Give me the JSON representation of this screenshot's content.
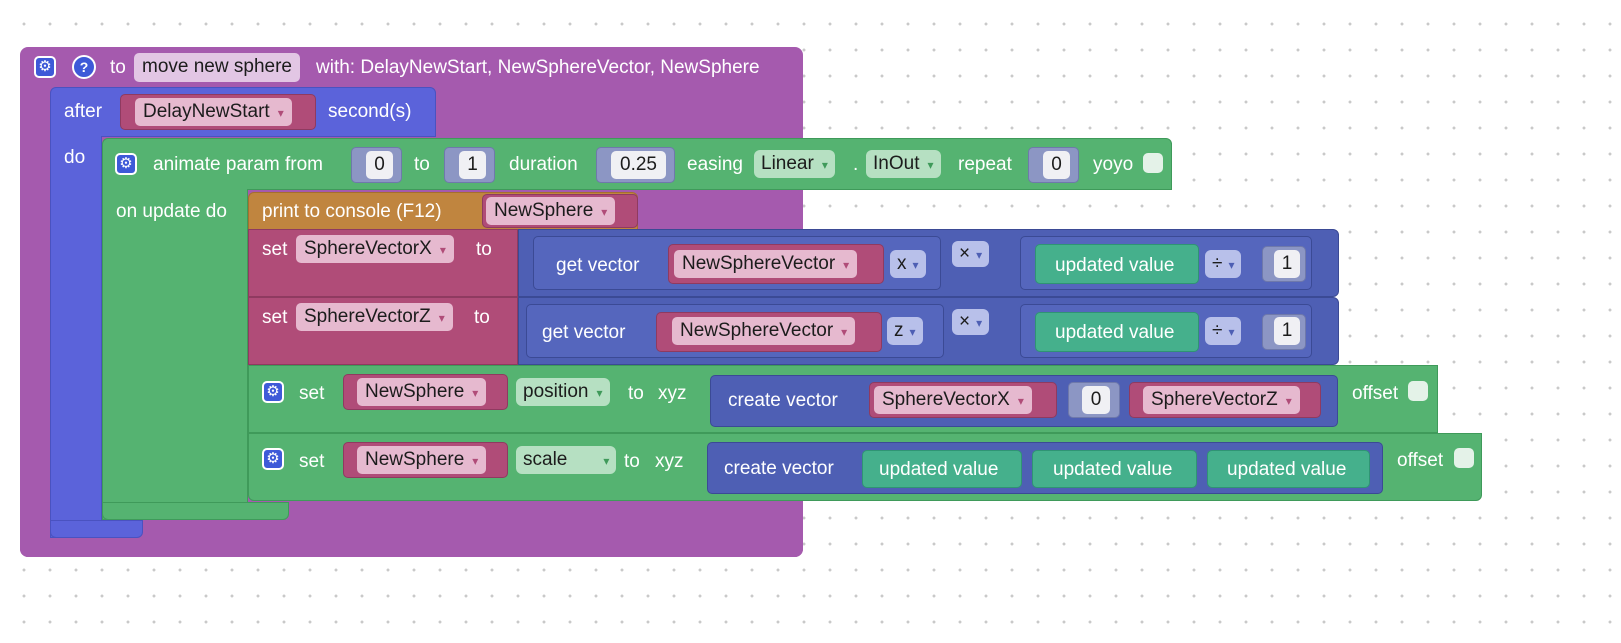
{
  "procedure": {
    "to_label": "to",
    "name": "move new sphere",
    "with_label": "with: DelayNewStart, NewSphereVector, NewSphere"
  },
  "after_block": {
    "after_label": "after",
    "delay_var": "DelayNewStart",
    "seconds_label": "second(s)",
    "do_label": "do"
  },
  "animate": {
    "label": "animate param from",
    "from_value": "0",
    "to_label": "to",
    "to_value": "1",
    "duration_label": "duration",
    "duration_value": "0.25",
    "easing_label": "easing",
    "easing_value": "Linear",
    "dot": ".",
    "easing_mode": "InOut",
    "repeat_label": "repeat",
    "repeat_value": "0",
    "yoyo_label": "yoyo",
    "on_update_label": "on update do"
  },
  "print": {
    "label": "print to console (F12)",
    "var": "NewSphere"
  },
  "set_x": {
    "set_label": "set",
    "var": "SphereVectorX",
    "to_label": "to",
    "get_vector_label": "get vector",
    "vector_var": "NewSphereVector",
    "axis": "x",
    "op": "×",
    "updated_value": "updated value",
    "div_op": "÷",
    "divisor": "1"
  },
  "set_z": {
    "set_label": "set",
    "var": "SphereVectorZ",
    "to_label": "to",
    "get_vector_label": "get vector",
    "vector_var": "NewSphereVector",
    "axis": "z",
    "op": "×",
    "updated_value": "updated value",
    "div_op": "÷",
    "divisor": "1"
  },
  "set_position": {
    "set_label": "set",
    "object_var": "NewSphere",
    "property": "position",
    "to_label": "to",
    "xyz_label": "xyz",
    "create_vector_label": "create vector",
    "x_var": "SphereVectorX",
    "y_value": "0",
    "z_var": "SphereVectorZ",
    "offset_label": "offset"
  },
  "set_scale": {
    "set_label": "set",
    "object_var": "NewSphere",
    "property": "scale",
    "to_label": "to",
    "xyz_label": "xyz",
    "create_vector_label": "create vector",
    "x_value": "updated value",
    "y_value": "updated value",
    "z_value": "updated value",
    "offset_label": "offset"
  },
  "dropdown_arrow": "▾",
  "icons": {
    "gear": "⚙",
    "help": "?"
  },
  "colors": {
    "procedure": "#a55aae",
    "timing": "#5b63da",
    "animate": "#55b371",
    "print": "#c0853f",
    "variables": "#b04c78",
    "vector": "#4e5fb4",
    "updated_value": "#45b08c"
  }
}
